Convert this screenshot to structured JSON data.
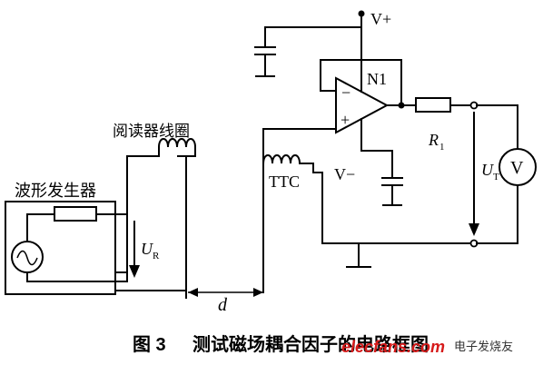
{
  "labels": {
    "v_plus": "V+",
    "n1": "N1",
    "minus_sign": "−",
    "plus_sign": "+",
    "r1_main": "R",
    "r1_sub": "1",
    "ut_main": "U",
    "ut_sub": "T",
    "voltmeter": "V",
    "v_minus": "V−",
    "ttc": "TTC",
    "reader_coil": "阅读器线圈",
    "waveform_generator": "波形发生器",
    "ur_main": "U",
    "ur_sub": "R",
    "distance": "d"
  },
  "caption": {
    "figure": "图 3",
    "title": "测试磁场耦合因子的电路框图"
  },
  "watermark": {
    "site": "elecfans.com",
    "name": "电子发烧友"
  }
}
